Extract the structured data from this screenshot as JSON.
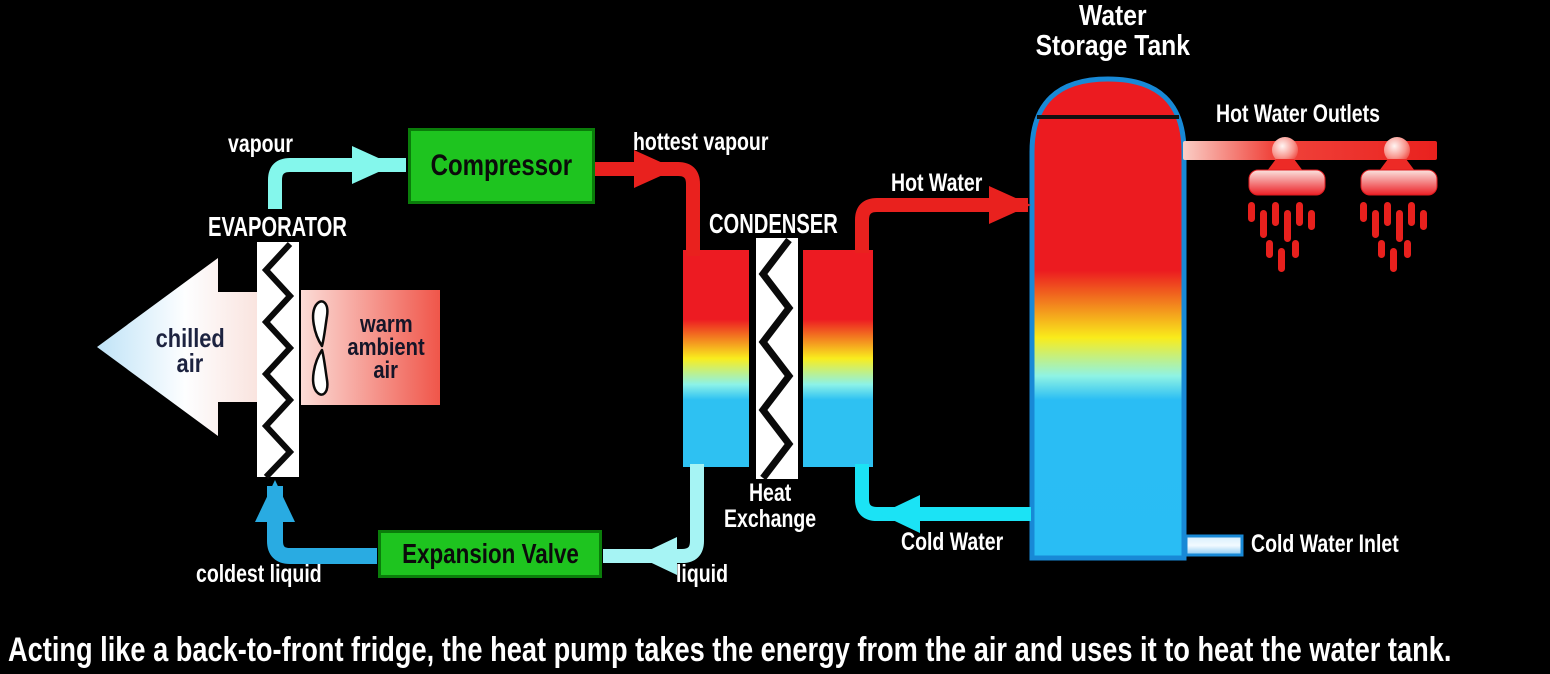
{
  "title": {
    "line1": "Water",
    "line2": "Storage Tank"
  },
  "caption": "Acting like a back-to-front fridge, the heat pump takes the energy from the air and uses it to heat the water tank.",
  "components": {
    "evaporator": "EVAPORATOR",
    "compressor": "Compressor",
    "condenser": "CONDENSER",
    "expansion_valve": "Expansion Valve",
    "heat_exchange_line1": "Heat",
    "heat_exchange_line2": "Exchange"
  },
  "flows": {
    "vapour": "vapour",
    "hottest_vapour": "hottest vapour",
    "hot_water": "Hot Water",
    "cold_water": "Cold Water",
    "coldest_liquid": "coldest liquid",
    "liquid": "liquid"
  },
  "air": {
    "chilled_line1": "chilled",
    "chilled_line2": "air",
    "warm_line1": "warm",
    "warm_line2": "ambient",
    "warm_line3": "air"
  },
  "water_fittings": {
    "hot_water_outlets": "Hot Water Outlets",
    "cold_water_inlet": "Cold Water Inlet"
  },
  "colors": {
    "background": "#000000",
    "component_green": "#1ec41f",
    "component_green_border": "#0a7d0a",
    "hot_pipe_red": "#e9211e",
    "vapour_pipe_cyan": "#84f7ec",
    "liquid_pipe_cyan": "#a6f4f4",
    "cold_water_cyan": "#1be3f5",
    "coldest_liquid_blue": "#29abe2",
    "tank_border_blue": "#1889d6",
    "gradient_hot": "#ec1b20",
    "gradient_mid": "#f9ec1b",
    "gradient_cold": "#29bdf4",
    "label_white": "#ffffff",
    "air_text_dark": "#1d2340"
  }
}
